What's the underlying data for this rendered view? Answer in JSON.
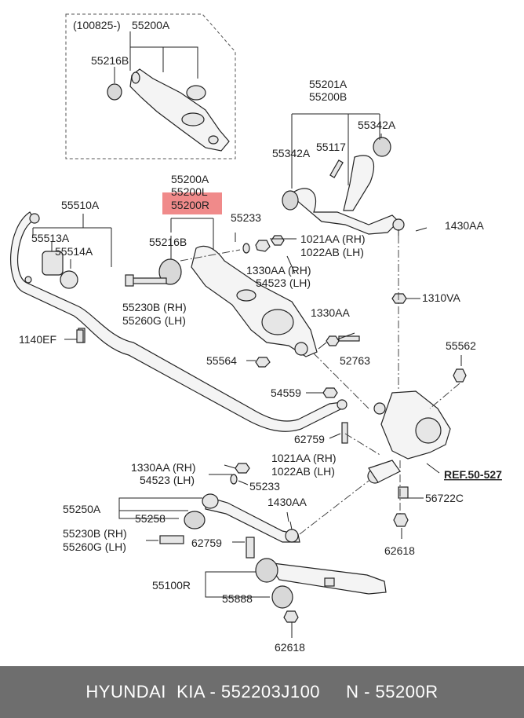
{
  "labels": {
    "l100825": "(100825-)",
    "l55200A_top": "55200A",
    "l55216B_top": "55216B",
    "l55201A": "55201A",
    "l55200B": "55200B",
    "l55342A_r": "55342A",
    "l55342A_l": "55342A",
    "l55117": "55117",
    "l55200A_mid": "55200A",
    "l55200L": "55200L",
    "l55200R": "55200R",
    "l55510A": "55510A",
    "l55233_top": "55233",
    "l1021AA_top": "1021AA (RH)",
    "l1022AB_top": "1022AB (LH)",
    "l1430AA_top": "1430AA",
    "l55513A": "55513A",
    "l55514A": "55514A",
    "l55216B_mid": "55216B",
    "l1330AA_rh": "1330AA (RH)",
    "l54523_lh": "54523 (LH)",
    "l1310VA": "1310VA",
    "l55230B_top": "55230B (RH)",
    "l55260G_top": "55260G (LH)",
    "l1330AA_mid": "1330AA",
    "l1140EF": "1140EF",
    "l55562": "55562",
    "l55564": "55564",
    "l52763": "52763",
    "l54559": "54559",
    "l62759_top": "62759",
    "l1330AA_low": "1330AA (RH)",
    "l54523_low": "54523 (LH)",
    "l1021AA_low": "1021AA (RH)",
    "l1022AB_low": "1022AB (LH)",
    "lREF": "REF.50-527",
    "l55233_low": "55233",
    "l1430AA_low": "1430AA",
    "l55250A": "55250A",
    "l55258": "55258",
    "l56722C": "56722C",
    "l55230B_low": "55230B (RH)",
    "l55260G_low": "55260G (LH)",
    "l62759_low": "62759",
    "l62618_r": "62618",
    "l55100R": "55100R",
    "l55888": "55888",
    "l62618_b": "62618"
  },
  "colors": {
    "highlight": "#f08a8a",
    "footer_bg": "#6e6e6e",
    "footer_text": "#ffffff"
  },
  "footer": {
    "text": "HYUNDAI  KIA - 552203J100     N - 55200R"
  }
}
